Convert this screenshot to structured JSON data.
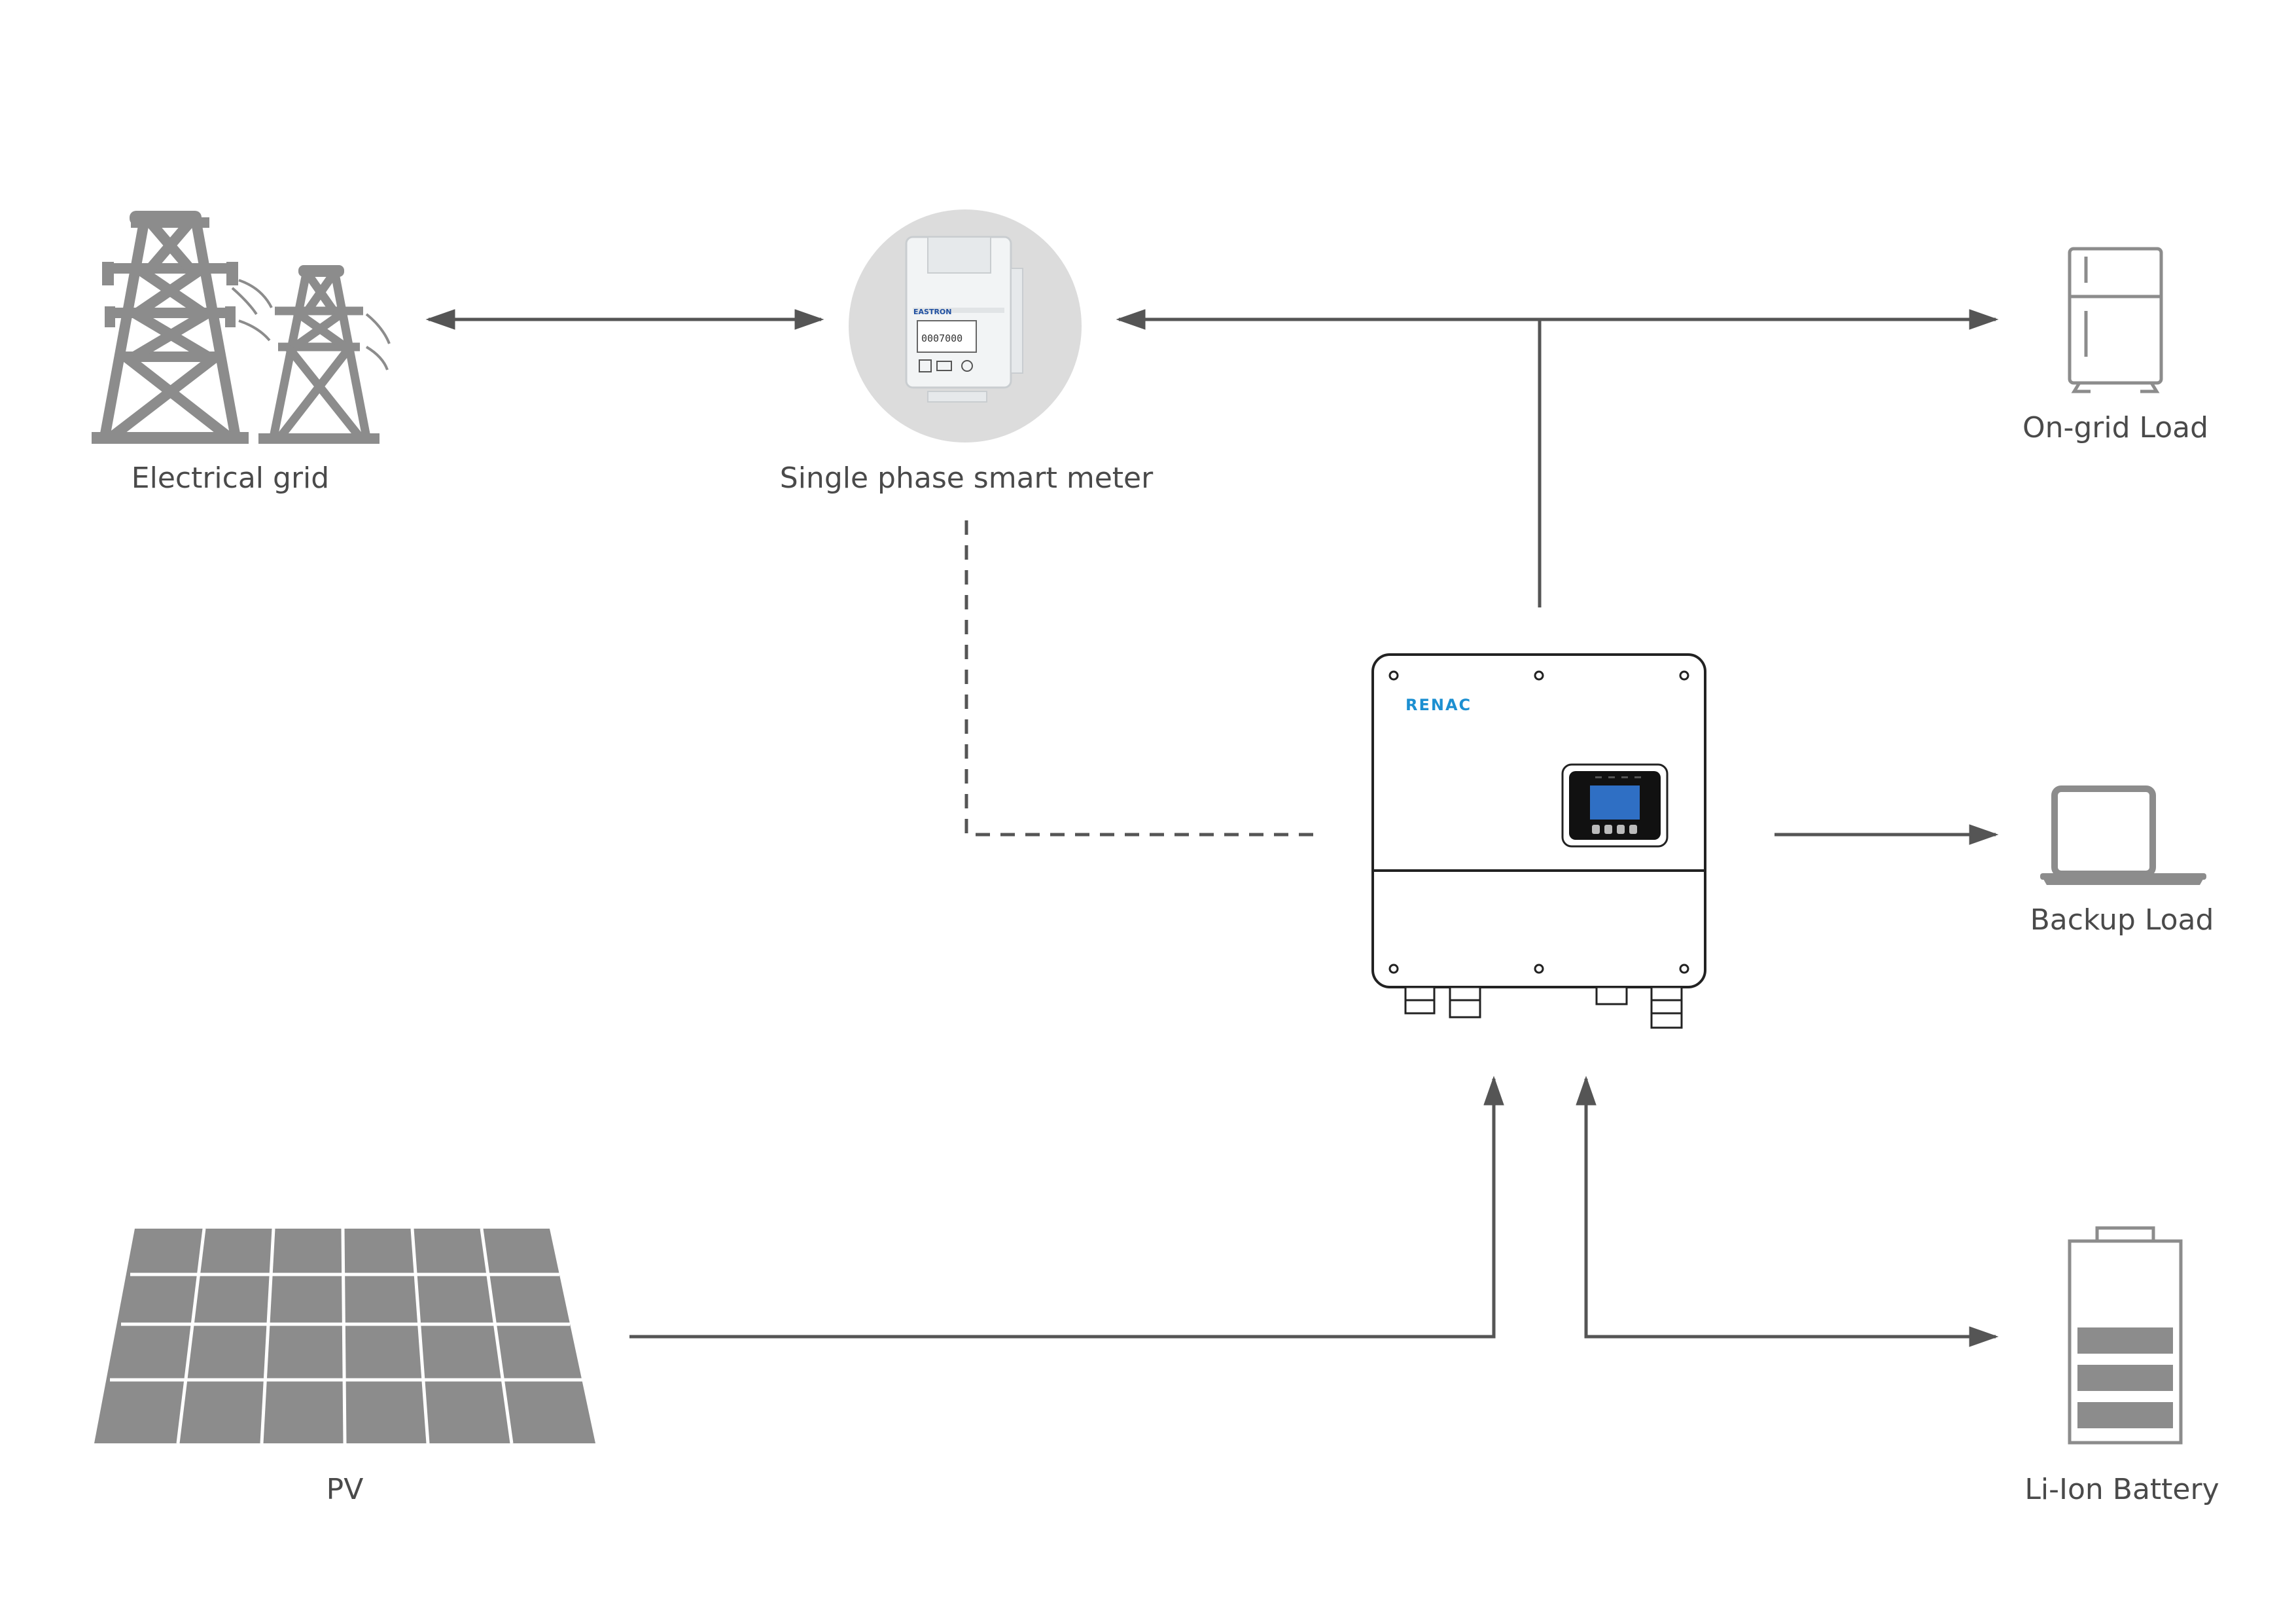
{
  "nodes": {
    "grid": {
      "label": "Electrical grid"
    },
    "meter": {
      "label": "Single phase smart meter",
      "brand": "EASTRON",
      "display": "0007000"
    },
    "ongrid_load": {
      "label": "On-grid Load"
    },
    "inverter": {
      "brand": "RENAC"
    },
    "backup_load": {
      "label": "Backup Load"
    },
    "pv": {
      "label": "PV"
    },
    "battery": {
      "label": "Li-Ion Battery"
    }
  },
  "colors": {
    "icon_grey": "#8c8c8c",
    "line": "#555555",
    "label_text": "#4a4a4a",
    "meter_circle": "#dcdcdc",
    "inverter_screen": "#2f6fc4",
    "brand_blue": "#1c8fd1"
  },
  "connections": [
    {
      "from": "grid",
      "to": "meter",
      "style": "solid",
      "arrow": "both"
    },
    {
      "from": "meter",
      "to": "ongrid_load",
      "style": "solid",
      "arrow": "both"
    },
    {
      "from": "inverter",
      "to": "ongrid_load",
      "style": "solid",
      "arrow": "none"
    },
    {
      "from": "meter",
      "to": "inverter",
      "style": "dashed",
      "arrow": "none"
    },
    {
      "from": "inverter",
      "to": "backup_load",
      "style": "solid",
      "arrow": "end"
    },
    {
      "from": "pv",
      "to": "inverter",
      "style": "solid",
      "arrow": "end"
    },
    {
      "from": "inverter",
      "to": "battery",
      "style": "solid",
      "arrow": "both"
    }
  ]
}
